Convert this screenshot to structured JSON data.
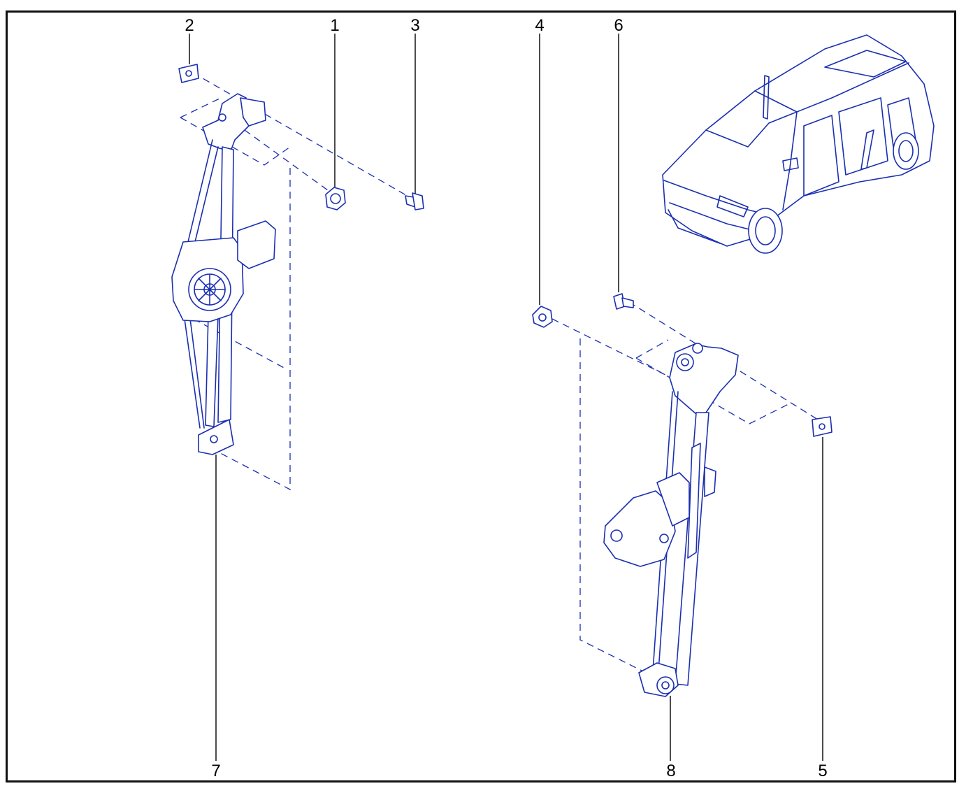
{
  "diagram": {
    "colors": {
      "ink": "#1a2fb0",
      "frame": "#111111",
      "background": "#ffffff"
    },
    "callouts": [
      "2",
      "1",
      "3",
      "4",
      "6",
      "7",
      "8",
      "5"
    ]
  }
}
